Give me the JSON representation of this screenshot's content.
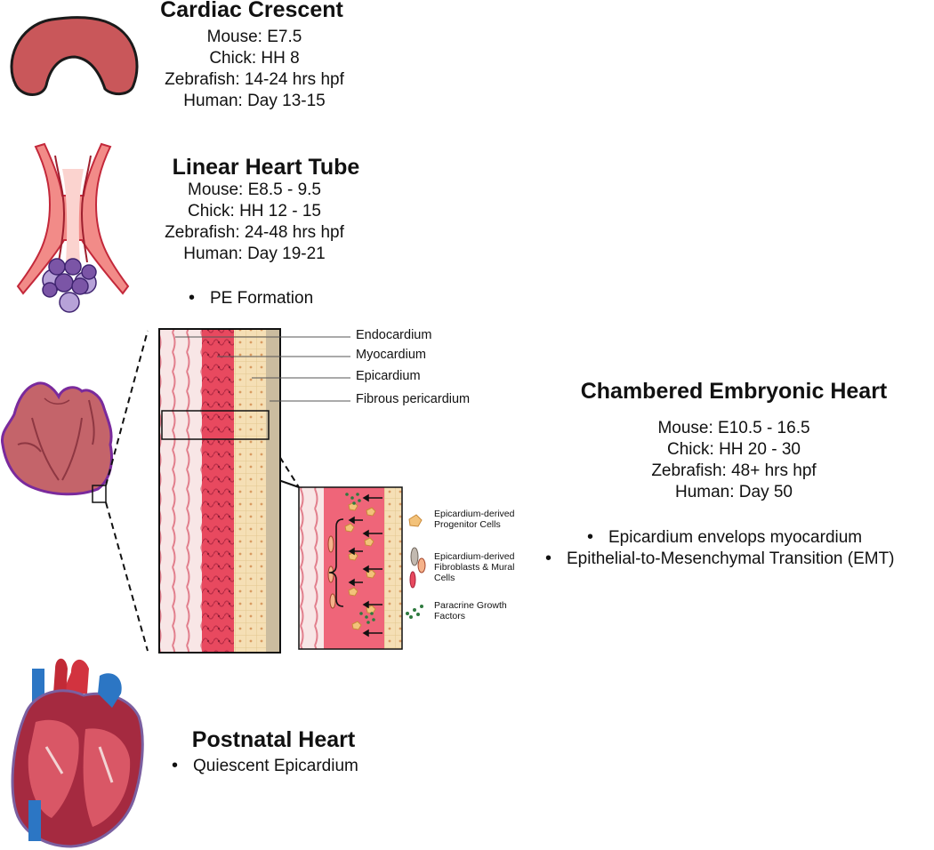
{
  "stages": {
    "cardiac_crescent": {
      "title": "Cardiac Crescent",
      "lines": [
        "Mouse: E7.5",
        "Chick: HH 8",
        "Zebrafish: 14-24 hrs hpf",
        "Human: Day 13-15"
      ]
    },
    "linear_heart_tube": {
      "title": "Linear Heart Tube",
      "lines": [
        "Mouse: E8.5 - 9.5",
        "Chick: HH 12 - 15",
        "Zebrafish: 24-48 hrs hpf",
        "Human: Day 19-21"
      ],
      "bullets": [
        "PE Formation"
      ]
    },
    "chambered_heart": {
      "title": "Chambered Embryonic Heart",
      "lines": [
        "Mouse: E10.5 - 16.5",
        "Chick: HH 20 - 30",
        "Zebrafish: 48+ hrs hpf",
        "Human: Day 50"
      ],
      "bullets": [
        "Epicardium envelops myocardium",
        "Epithelial-to-Mesenchymal Transition (EMT)"
      ]
    },
    "postnatal_heart": {
      "title": "Postnatal Heart",
      "bullets": [
        "Quiescent Epicardium"
      ]
    }
  },
  "tissue_layers": {
    "endocardium": "Endocardium",
    "myocardium": "Myocardium",
    "epicardium": "Epicardium",
    "fibrous_pericardium": "Fibrous pericardium"
  },
  "legend": {
    "progenitor": [
      "Epicardium-derived",
      "Progenitor Cells"
    ],
    "fibroblasts": [
      "Epicardium-derived",
      "Fibroblasts & Mural",
      "Cells"
    ],
    "growth_factors": [
      "Paracrine Growth",
      "Factors"
    ]
  },
  "icons": [
    "cardiac-crescent-icon",
    "linear-heart-tube-icon",
    "embryonic-heart-icon",
    "postnatal-heart-icon"
  ],
  "colors": {
    "crescent": "#c9575a",
    "endocardium": "#f8e6e6",
    "myocardium": "#e8495f",
    "epicardium": "#f5dfb5",
    "pericardium": "#cbbc9f",
    "embryonic_heart": "#c4646a",
    "embryonic_outline": "#7a2a9c",
    "growth_factor": "#2f7a3f"
  }
}
